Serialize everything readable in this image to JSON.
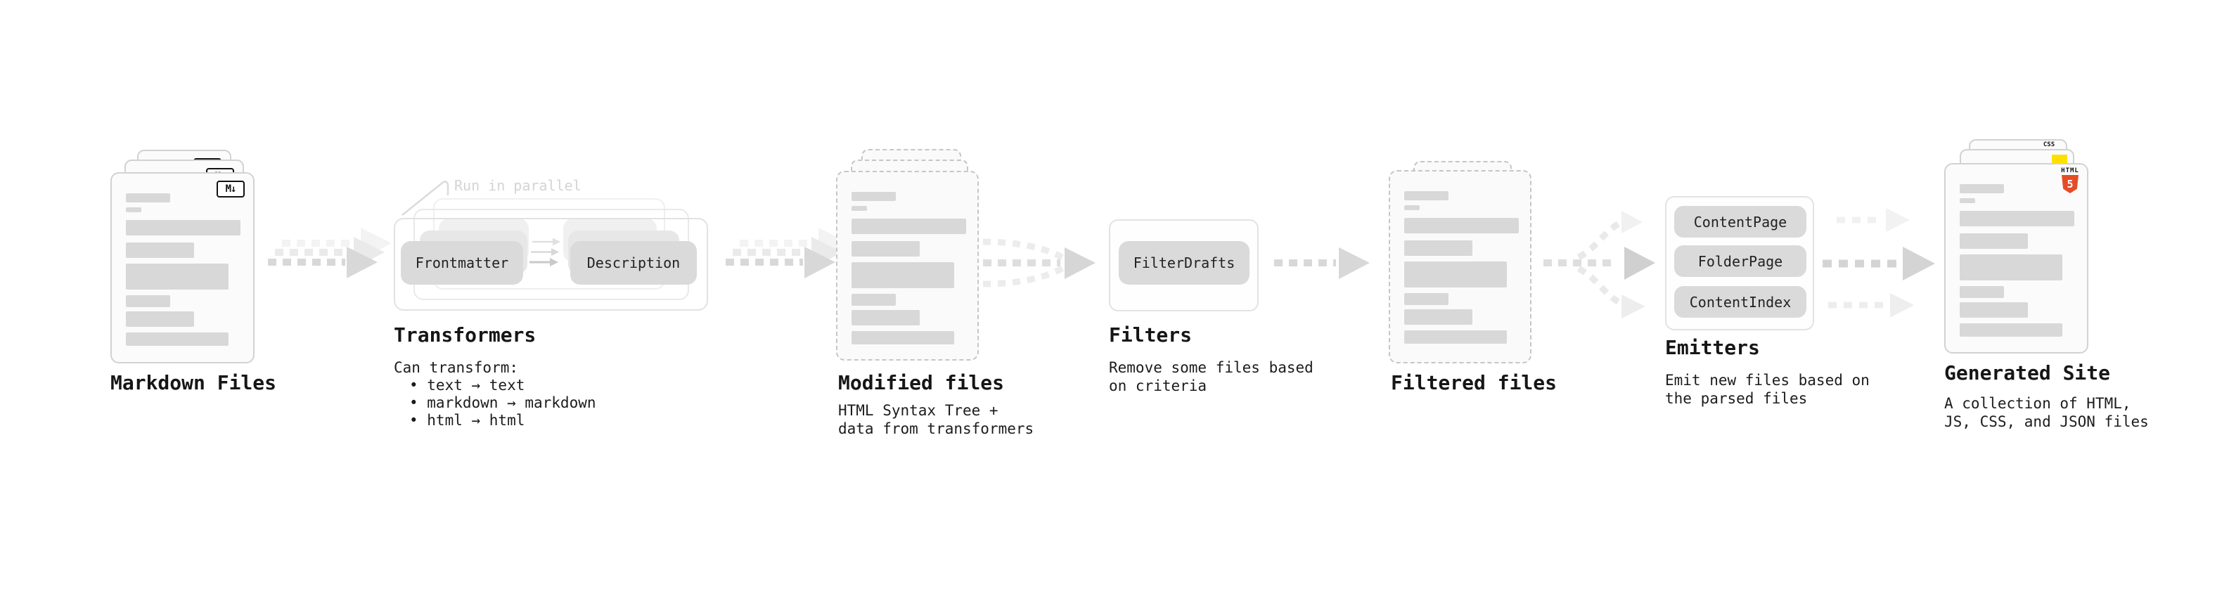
{
  "colors": {
    "pill_fill": "#dadada",
    "card_border": "#d2d2d2",
    "dashed_border": "#c6c6c6",
    "skeleton_bar": "#d8d8d8",
    "arrow_gray": "#d8d8d8",
    "arrow_dark": "#d0d0d0",
    "arrow_ghost": "#ededed",
    "annotation_gray": "#d4d4d4",
    "title_text": "#161616",
    "html5_orange": "#e44d26",
    "css_blue": "#2f6fec",
    "js_yellow": "#ffdf00"
  },
  "stages": {
    "markdown": {
      "title": "Markdown Files",
      "badge": "M↓"
    },
    "transformers": {
      "title": "Transformers",
      "annotation": "Run in parallel",
      "pill_left": "Frontmatter",
      "pill_right": "Description",
      "body_heading": "Can transform:",
      "bullets": [
        "• text → text",
        "• markdown → markdown",
        "• html → html"
      ]
    },
    "modified": {
      "title": "Modified files",
      "subtitle": [
        "HTML Syntax Tree +",
        "data from transformers"
      ]
    },
    "filters": {
      "title": "Filters",
      "pill": "FilterDrafts",
      "subtitle": [
        "Remove some files based",
        "on criteria"
      ]
    },
    "filtered": {
      "title": "Filtered files"
    },
    "emitters": {
      "title": "Emitters",
      "pills": [
        "ContentPage",
        "FolderPage",
        "ContentIndex"
      ],
      "subtitle": [
        "Emit new files based on",
        "the parsed files"
      ]
    },
    "generated": {
      "title": "Generated Site",
      "subtitle": [
        "A collection of HTML,",
        "JS, CSS, and JSON files"
      ],
      "badge_html_label": "HTML",
      "badge_html_number": "5",
      "badge_css": "CSS"
    }
  }
}
